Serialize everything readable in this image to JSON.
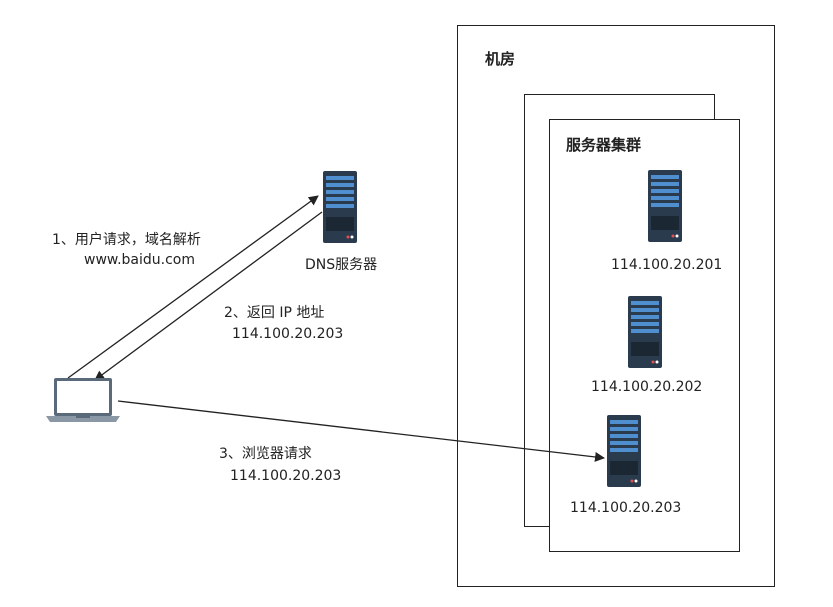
{
  "room": {
    "title": "机房"
  },
  "cluster": {
    "title": "服务器集群"
  },
  "dns": {
    "label": "DNS服务器"
  },
  "servers": [
    {
      "ip": "114.100.20.201",
      "icon": "server-icon"
    },
    {
      "ip": "114.100.20.202",
      "icon": "server-icon"
    },
    {
      "ip": "114.100.20.203",
      "icon": "server-icon"
    }
  ],
  "client": {
    "icon": "laptop-icon"
  },
  "steps": {
    "step1_line1": "1、用户请求，域名解析",
    "step1_line2": "www.baidu.com",
    "step2_line1": "2、返回 IP 地址",
    "step2_line2": "114.100.20.203",
    "step3_line1": "3、浏览器请求",
    "step3_line2": "114.100.20.203"
  },
  "colors": {
    "server_body": "#2b3b4e",
    "server_panel": "#4f8fcf",
    "laptop_frame": "#6b7b8c",
    "line": "#222222"
  }
}
